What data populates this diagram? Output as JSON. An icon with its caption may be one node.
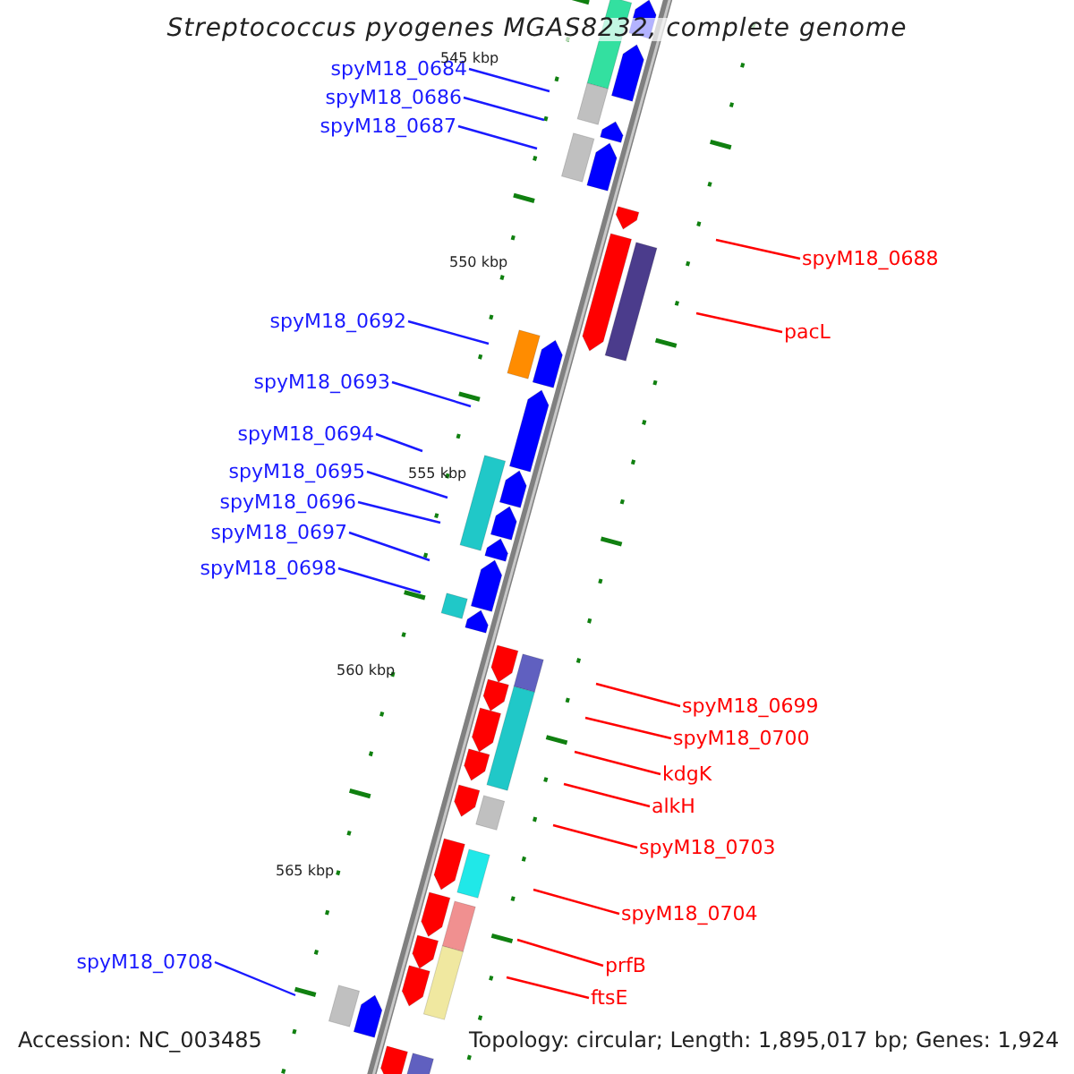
{
  "diagram": {
    "title": "Streptococcus pyogenes MGAS8232, complete genome",
    "nodes": [
      {
        "text": [
          "spyM18_0684"
        ]
      },
      {
        "text": [
          "spyM18_0686"
        ]
      },
      {
        "text": [
          "spyM18_0687"
        ]
      },
      {
        "text": [
          "spyM18_0688"
        ]
      },
      {
        "text": [
          "pacL"
        ]
      },
      {
        "text": [
          "spyM18_0692"
        ]
      },
      {
        "text": [
          "spyM18_0693"
        ]
      },
      {
        "text": [
          "spyM18_0694"
        ]
      },
      {
        "text": [
          "spyM18_0695"
        ]
      },
      {
        "text": [
          "spyM18_0696"
        ]
      },
      {
        "text": [
          "spyM18_0697"
        ]
      },
      {
        "text": [
          "spyM18_0698"
        ]
      },
      {
        "text": [
          "spyM18_0699"
        ]
      },
      {
        "text": [
          "spyM18_0700"
        ]
      },
      {
        "text": [
          "kdgK"
        ]
      },
      {
        "text": [
          "alkH"
        ]
      },
      {
        "text": [
          "spyM18_0703"
        ]
      },
      {
        "text": [
          "spyM18_0704"
        ]
      },
      {
        "text": [
          "prfB"
        ]
      },
      {
        "text": [
          "ftsE"
        ]
      },
      {
        "text": [
          "spyM18_0708"
        ]
      }
    ],
    "edges": [
      {
        "from": 0,
        "to": null,
        "arrow": "none"
      },
      {
        "from": 1,
        "to": null,
        "arrow": "none"
      },
      {
        "from": 2,
        "to": null,
        "arrow": "none"
      },
      {
        "from": 3,
        "to": null,
        "arrow": "none",
        "color": "#ff0000"
      },
      {
        "from": 4,
        "to": null,
        "arrow": "none",
        "color": "#ff0000"
      },
      {
        "from": 5,
        "to": null,
        "arrow": "none"
      },
      {
        "from": 6,
        "to": null,
        "arrow": "none"
      },
      {
        "from": 7,
        "to": null,
        "arrow": "none"
      },
      {
        "from": 8,
        "to": null,
        "arrow": "none"
      },
      {
        "from": 9,
        "to": null,
        "arrow": "none"
      },
      {
        "from": 10,
        "to": null,
        "arrow": "none"
      },
      {
        "from": 11,
        "to": null,
        "arrow": "none"
      },
      {
        "from": 12,
        "to": null,
        "arrow": "none",
        "color": "#ff0000"
      },
      {
        "from": 13,
        "to": null,
        "arrow": "none",
        "color": "#ff0000"
      },
      {
        "from": 14,
        "to": null,
        "arrow": "none",
        "color": "#ff0000"
      },
      {
        "from": 15,
        "to": null,
        "arrow": "none",
        "color": "#ff0000"
      },
      {
        "from": 16,
        "to": null,
        "arrow": "none",
        "color": "#ff0000"
      },
      {
        "from": 17,
        "to": null,
        "arrow": "none",
        "color": "#ff0000"
      },
      {
        "from": 18,
        "to": null,
        "arrow": "none",
        "color": "#ff0000"
      },
      {
        "from": 19,
        "to": null,
        "arrow": "none",
        "color": "#ff0000"
      },
      {
        "from": 20,
        "to": null,
        "arrow": "none"
      }
    ],
    "labels": [
      "545 kbp",
      "550 kbp",
      "555 kbp",
      "560 kbp",
      "565 kbp",
      "Accession: NC_003485",
      "Topology: circular; Length: 1,895,017 bp; Genes: 1,924"
    ]
  }
}
